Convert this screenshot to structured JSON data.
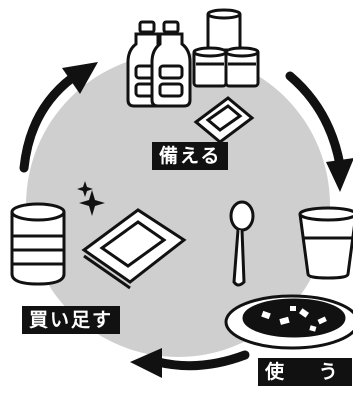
{
  "labels": {
    "stock": "備える",
    "buy_more": "買い足す",
    "use": "使 う"
  },
  "colors": {
    "circle": "#cfcfcf",
    "ink": "#111111",
    "paper": "#ffffff"
  },
  "icons": [
    "water-bottles-icon",
    "canned-goods-icon",
    "retort-pouch-icon",
    "spoon-icon",
    "cup-icon",
    "curry-plate-icon",
    "can-icon",
    "sparkle-icon",
    "cycle-arrow-icon"
  ]
}
